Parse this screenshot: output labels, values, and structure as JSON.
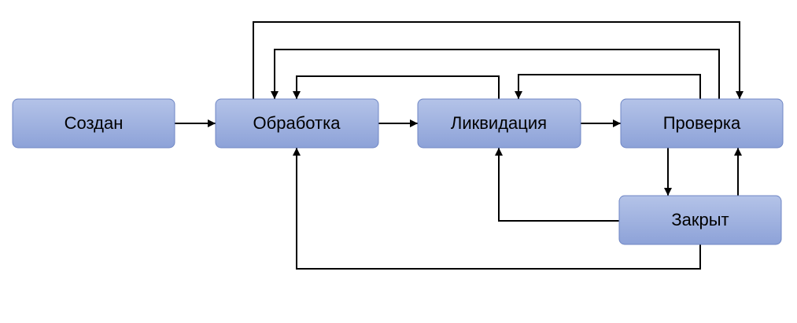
{
  "diagram": {
    "nodes": [
      {
        "id": "created",
        "label": "Создан"
      },
      {
        "id": "processing",
        "label": "Обработка"
      },
      {
        "id": "liquidation",
        "label": "Ликвидация"
      },
      {
        "id": "verification",
        "label": "Проверка"
      },
      {
        "id": "closed",
        "label": "Закрыт"
      }
    ],
    "edges": [
      {
        "from": "created",
        "to": "processing"
      },
      {
        "from": "processing",
        "to": "liquidation"
      },
      {
        "from": "liquidation",
        "to": "verification"
      },
      {
        "from": "processing",
        "to": "verification"
      },
      {
        "from": "verification",
        "to": "processing"
      },
      {
        "from": "liquidation",
        "to": "processing"
      },
      {
        "from": "verification",
        "to": "liquidation"
      },
      {
        "from": "verification",
        "to": "closed"
      },
      {
        "from": "closed",
        "to": "verification"
      },
      {
        "from": "closed",
        "to": "liquidation"
      },
      {
        "from": "closed",
        "to": "processing"
      }
    ],
    "colors": {
      "node_fill_top": "#b4c3e8",
      "node_fill_bottom": "#8da2d8",
      "node_border": "#6f86c4",
      "edge": "#000000",
      "text": "#000000"
    }
  }
}
